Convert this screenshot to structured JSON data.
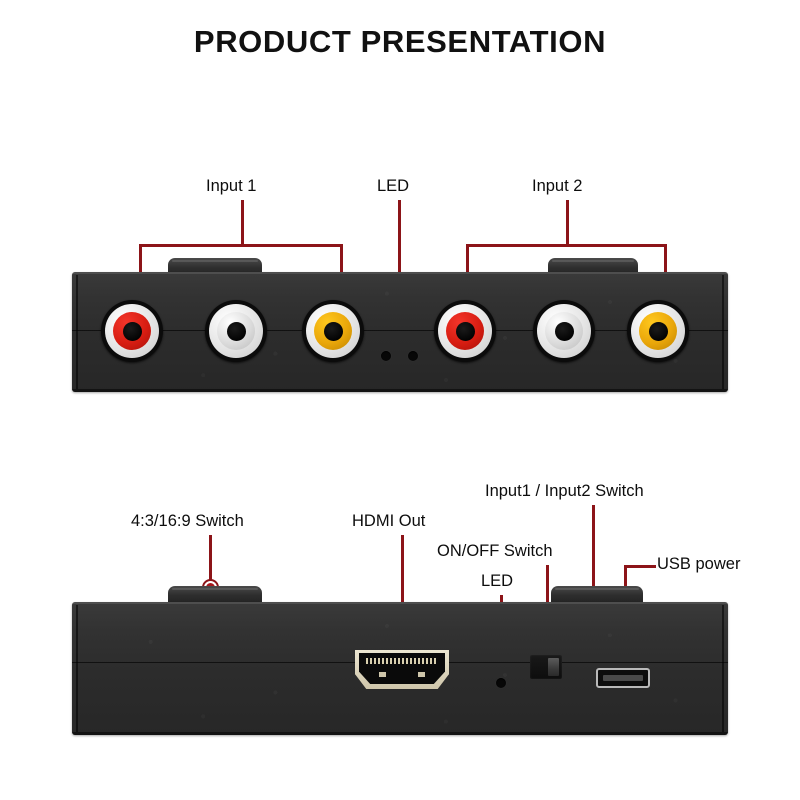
{
  "page": {
    "title": "PRODUCT PRESENTATION",
    "accent_color": "#8c1418",
    "marker_color": "#a6191d",
    "background": "#ffffff",
    "device_color": "#2e2e2e"
  },
  "top_view": {
    "view_name": "rear-panel-rca-side",
    "labels": [
      {
        "id": "input1",
        "text": "Input 1"
      },
      {
        "id": "led",
        "text": "LED"
      },
      {
        "id": "input2",
        "text": "Input 2"
      }
    ],
    "ports": [
      {
        "id": "in1-video-red",
        "type": "rca-jack",
        "color": "#d81d12",
        "color_name": "red"
      },
      {
        "id": "in1-audio-white",
        "type": "rca-jack",
        "color": "#dcdcdc",
        "color_name": "white"
      },
      {
        "id": "in1-audio-yellow",
        "type": "rca-jack",
        "color": "#eaa70a",
        "color_name": "yellow"
      },
      {
        "id": "led-pinhole-1",
        "type": "led-pinhole",
        "color": "#070707",
        "color_name": "black"
      },
      {
        "id": "led-pinhole-2",
        "type": "led-pinhole",
        "color": "#070707",
        "color_name": "black"
      },
      {
        "id": "in2-video-red",
        "type": "rca-jack",
        "color": "#d81d12",
        "color_name": "red"
      },
      {
        "id": "in2-audio-white",
        "type": "rca-jack",
        "color": "#dcdcdc",
        "color_name": "white"
      },
      {
        "id": "in2-audio-yellow",
        "type": "rca-jack",
        "color": "#eaa70a",
        "color_name": "yellow"
      }
    ]
  },
  "bottom_view": {
    "view_name": "front-panel-hdmi-side",
    "labels": [
      {
        "id": "aspect-switch",
        "text": "4:3/16:9 Switch"
      },
      {
        "id": "hdmi-out",
        "text": "HDMI Out"
      },
      {
        "id": "onoff-switch",
        "text": "ON/OFF Switch"
      },
      {
        "id": "input-switch",
        "text": "Input1 / Input2 Switch"
      },
      {
        "id": "led",
        "text": "LED"
      },
      {
        "id": "usb-power",
        "text": "USB power"
      }
    ],
    "ports": [
      {
        "id": "aspect-ratio-knob",
        "type": "top-knob",
        "color": "#2e2e2e",
        "color_name": "black"
      },
      {
        "id": "hdmi-output-port",
        "type": "hdmi-a",
        "color": "#cfc6ab",
        "color_name": "gold"
      },
      {
        "id": "status-led-pinhole",
        "type": "led-pinhole",
        "color": "#070707",
        "color_name": "black"
      },
      {
        "id": "power-slide-switch",
        "type": "slide-switch",
        "color": "#3a3a3a",
        "color_name": "black"
      },
      {
        "id": "input-select-knob",
        "type": "top-knob",
        "color": "#2e2e2e",
        "color_name": "black"
      },
      {
        "id": "micro-usb-power-port",
        "type": "micro-usb",
        "color": "#b9b9b9",
        "color_name": "silver"
      }
    ]
  }
}
